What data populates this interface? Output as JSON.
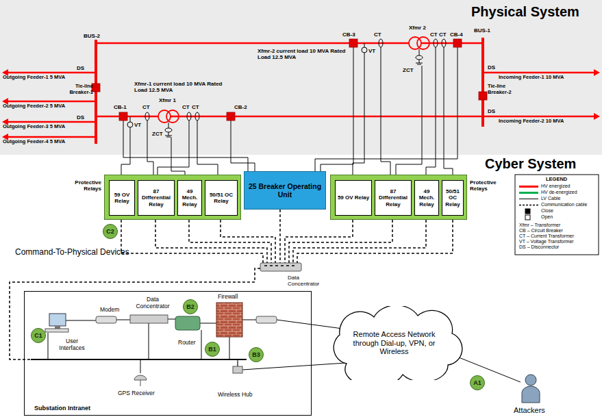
{
  "diagram": {
    "nodes": [
      {
        "text": [
          "Protective Relays"
        ]
      },
      {
        "text": [
          "59 OV Relay"
        ],
        "in": 0
      },
      {
        "text": [
          "87 Differential Relay"
        ],
        "in": 0
      },
      {
        "text": [
          "49 Mech. Relay"
        ],
        "in": 0
      },
      {
        "text": [
          "50/51 OC Relay"
        ],
        "in": 0
      },
      {
        "text": [
          "25 Breaker Operating Unit"
        ]
      },
      {
        "text": [
          "Protective Relays"
        ]
      },
      {
        "text": [
          "59 OV Relay"
        ],
        "in": 6
      },
      {
        "text": [
          "87 Differential Relay"
        ],
        "in": 6
      },
      {
        "text": [
          "49 Mech. Relay"
        ],
        "in": 6
      },
      {
        "text": [
          "50/51 OC Relay"
        ],
        "in": 6
      },
      {
        "text": [
          "C2"
        ]
      },
      {
        "text": [
          "Substation Intranet"
        ]
      },
      {
        "text": [
          "B2"
        ],
        "in": 12
      },
      {
        "text": [
          "C1"
        ],
        "in": 12
      },
      {
        "text": [
          "B1"
        ],
        "in": 12
      },
      {
        "text": [
          "B3"
        ],
        "in": 12
      },
      {
        "text": [
          "Remote Access Network through Dial-up, VPN, or Wireless"
        ]
      },
      {
        "text": [
          "A1"
        ]
      }
    ],
    "labels": [
      "Physical System",
      "Cyber System",
      "BUS-2",
      "Outgoing Feeder-1 5 MVA",
      "DS",
      "Outgoing Feeder-2 5 MVA",
      "Tie-line Breaker-1",
      "Outgoing Feeder-3 5 MVA",
      "DS",
      "Outgoing Feeder-4 5 MVA",
      "CB-1",
      "VT",
      "CT",
      "Xfmr 1",
      "ZCT",
      "CT",
      "CT",
      "Xfmr-1 current load 10 MVA Rated Load 12.5 MVA",
      "CB-2",
      "CB-3",
      "CT",
      "VT",
      "Xfmr 2",
      "ZCT",
      "CT",
      "CT",
      "CB-4",
      "Xfmr-2 current load 10 MVA Rated Load 12.5 MVA",
      "BUS-1",
      "DS",
      "Incoming Feeder-1 10 MVA",
      "Tie-line Breaker-2",
      "DS",
      "Incoming Feeder-2 10 MVA",
      "Command-To-Physical Devices",
      "Data Concentrator",
      "User Interfaces",
      "Modem",
      "Data Concentrator",
      "Router",
      "Firewall",
      "GPS Receiver",
      "Wireless Hub",
      "Attackers",
      "LEGEND",
      "Xfmr – Transformer",
      "CB – Circuit Breaker",
      "CT – Current Transformer",
      "VT – Voltage Transformer",
      "DS – Disconnector"
    ],
    "legend": [
      {
        "text": "HV energized"
      },
      {
        "text": "HV de-energized"
      },
      {
        "text": "LV Cable"
      },
      {
        "text": "Communication cable"
      },
      {
        "text": "Close"
      },
      {
        "text": "Open"
      }
    ]
  }
}
